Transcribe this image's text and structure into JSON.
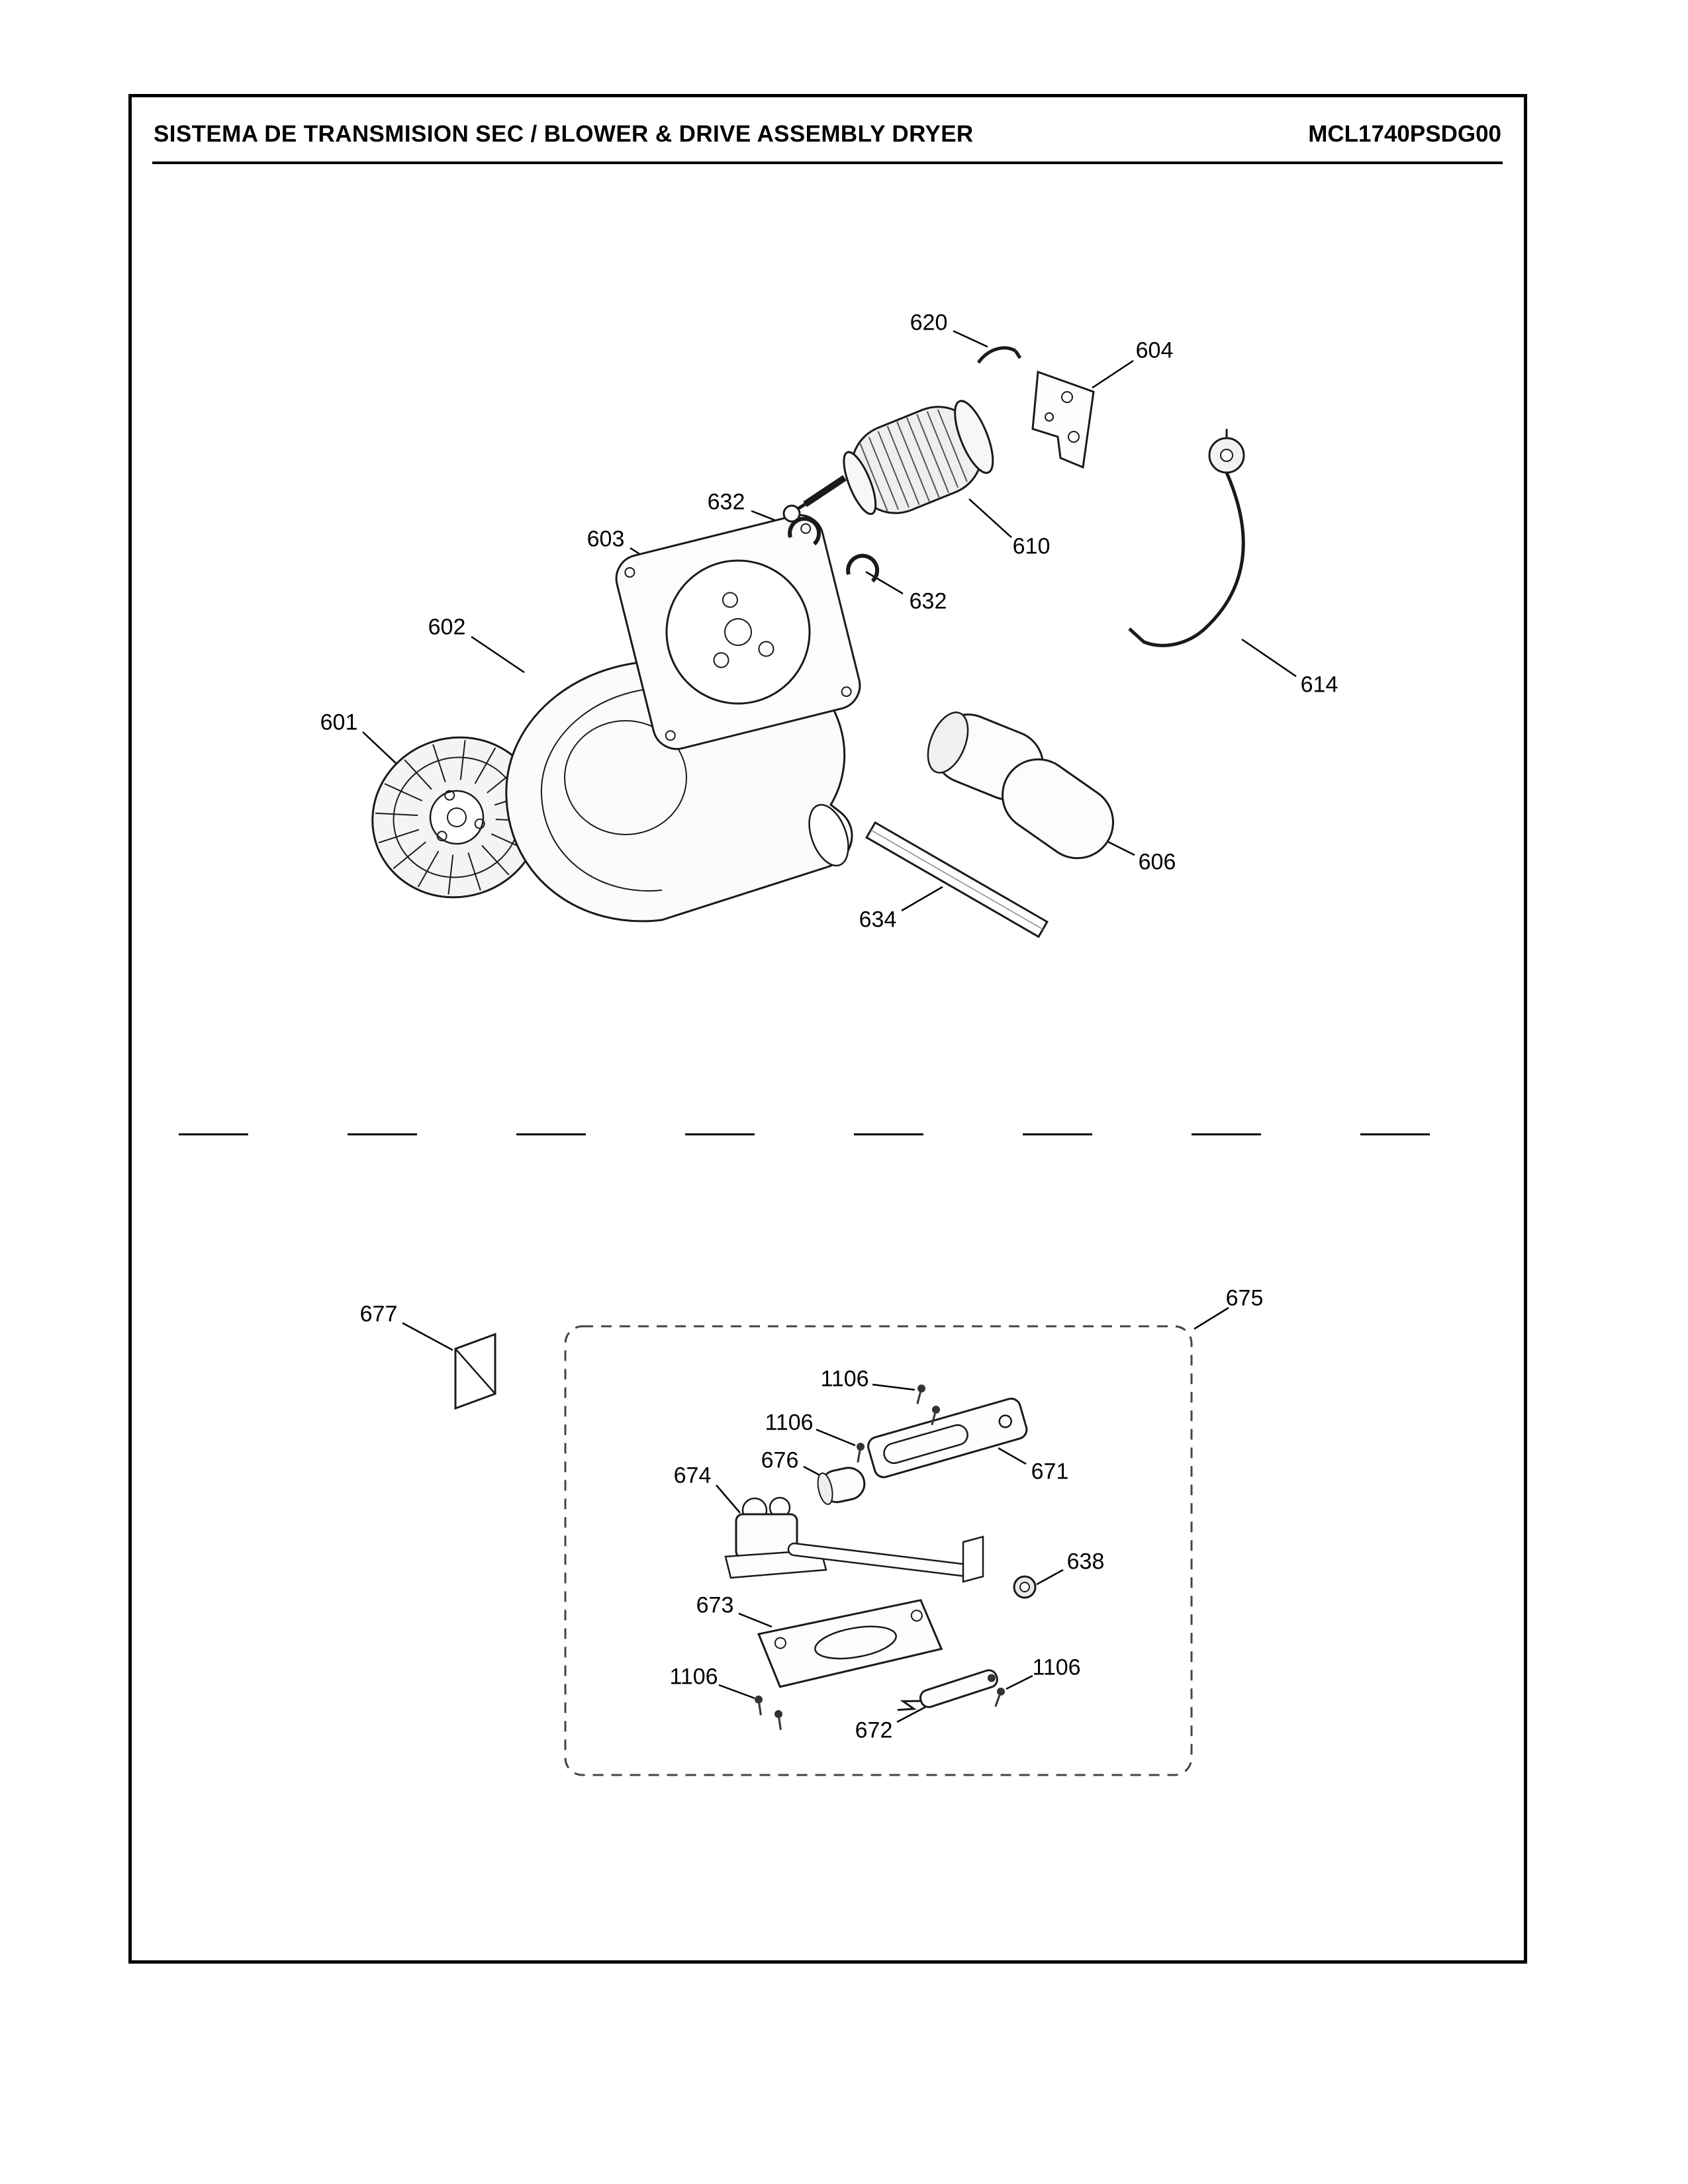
{
  "header": {
    "title": "SISTEMA DE TRANSMISION SEC / BLOWER & DRIVE ASSEMBLY DRYER",
    "document_number": "MCL1740PSDG00"
  },
  "callouts": [
    {
      "id": "620",
      "label": "620"
    },
    {
      "id": "604",
      "label": "604"
    },
    {
      "id": "632-upper",
      "label": "632"
    },
    {
      "id": "603",
      "label": "603"
    },
    {
      "id": "610",
      "label": "610"
    },
    {
      "id": "632-lower",
      "label": "632"
    },
    {
      "id": "602",
      "label": "602"
    },
    {
      "id": "614",
      "label": "614"
    },
    {
      "id": "601",
      "label": "601"
    },
    {
      "id": "606",
      "label": "606"
    },
    {
      "id": "634",
      "label": "634"
    },
    {
      "id": "677",
      "label": "677"
    },
    {
      "id": "675",
      "label": "675"
    },
    {
      "id": "1106-1",
      "label": "1106"
    },
    {
      "id": "1106-2",
      "label": "1106"
    },
    {
      "id": "676",
      "label": "676"
    },
    {
      "id": "674",
      "label": "674"
    },
    {
      "id": "671",
      "label": "671"
    },
    {
      "id": "638",
      "label": "638"
    },
    {
      "id": "673",
      "label": "673"
    },
    {
      "id": "1106-3",
      "label": "1106"
    },
    {
      "id": "1106-4",
      "label": "1106"
    },
    {
      "id": "672",
      "label": "672"
    }
  ],
  "colors": {
    "ink": "#000000",
    "line": "#1a1a1a",
    "fill_light": "#f4f4f4"
  }
}
